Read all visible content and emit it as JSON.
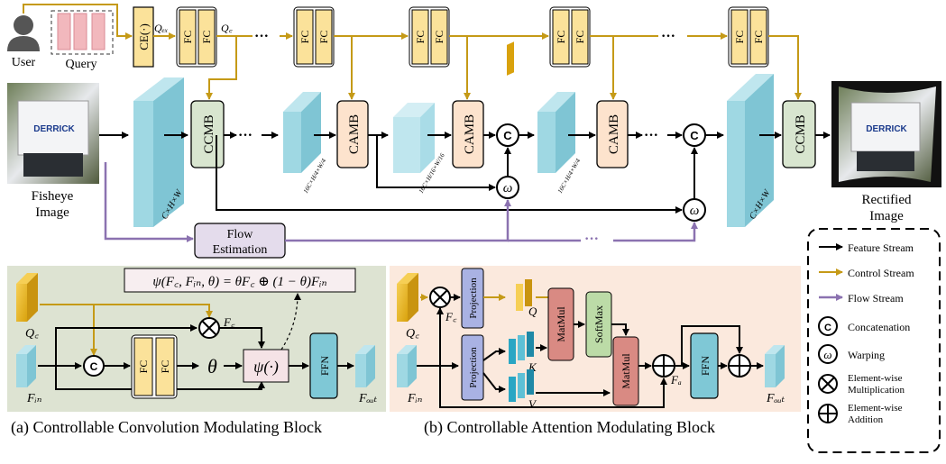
{
  "colors": {
    "feature_stream": "#000000",
    "control_stream": "#c59a17",
    "flow_stream": "#8b72b0",
    "fc_fill": "#fbe29a",
    "cyan_feature": "#8fd0dc",
    "ccmb_fill": "#d8e5cf",
    "camb_fill": "#fde3cd",
    "flow_est_fill": "#e4dcec",
    "panel_a_bg": "#dde3d2",
    "panel_b_bg": "#fbe9dd",
    "projection_fill": "#a9b2e3",
    "matmul_fill": "#d98a83",
    "softmax_fill": "#bcdba7",
    "ffn_fill": "#7fc8d6"
  },
  "top": {
    "user_label": "User",
    "query_label": "Query",
    "ce_label": "CE(·)",
    "q_ex_label": "Qₑₓ",
    "q_c_label": "Q꜀",
    "fc_label": "FC",
    "ellipsis": "···",
    "ccmb_label": "CCMB",
    "camb_label": "CAMB",
    "concat_symbol": "C",
    "warp_symbol": "ω",
    "fisheye_label_1": "Fisheye",
    "fisheye_label_2": "Image",
    "rectified_label_1": "Rectified",
    "rectified_label_2": "Image",
    "flow_estimation_1": "Flow",
    "flow_estimation_2": "Estimation",
    "dim_full": "C×H×W",
    "dim_half": "16C×H/4×W/4",
    "dim_quarter": "16C×H/16×W/16",
    "derrick": "DERRICK"
  },
  "legend": {
    "items": [
      {
        "label": "Feature Stream"
      },
      {
        "label": "Control  Stream"
      },
      {
        "label": "Flow  Stream"
      },
      {
        "label": "Concatenation"
      },
      {
        "label": "Warping"
      },
      {
        "label": "Element-wise",
        "label2": "Multiplication"
      },
      {
        "label": "Element-wise",
        "label2": "Addition"
      }
    ]
  },
  "panel_a": {
    "caption": "(a) Controllable Convolution Modulating Block",
    "formula": "ψ(F꜀, Fᵢₙ, θ) = θF꜀ ⊕ (1 − θ)Fᵢₙ",
    "q_c": "Q꜀",
    "f_c": "F꜀",
    "f_in": "Fᵢₙ",
    "f_out": "Fₒᵤₜ",
    "theta": "θ",
    "psi": "ψ(·)",
    "ffn": "FFN",
    "fc": "FC"
  },
  "panel_b": {
    "caption": "(b) Controllable Attention Modulating Block",
    "q_c": "Q꜀",
    "f_c": "F꜀",
    "f_in": "Fᵢₙ",
    "f_a": "Fₐ",
    "f_out": "Fₒᵤₜ",
    "projection": "Projection",
    "matmul": "MatMul",
    "softmax": "SoftMax",
    "ffn": "FFN",
    "q": "Q",
    "k": "K",
    "v": "V"
  }
}
